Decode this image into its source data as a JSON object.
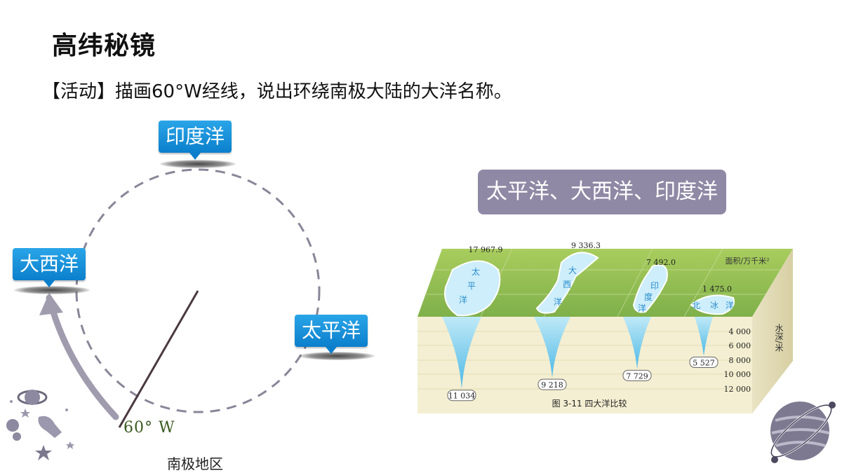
{
  "title": "高纬秘镜",
  "activity": "【活动】描画60°W经线，说出环绕南极大陆的大洋名称。",
  "callouts": {
    "indian": "印度洋",
    "atlantic": "大西洋",
    "pacific": "太平洋"
  },
  "answer": "太平洋、大西洋、印度洋",
  "meridian_label": "60°  W",
  "region_label": "南极地区",
  "figure": {
    "caption": "图 3-11    四大洋比较",
    "area_unit": "面积/万千米²",
    "depth_unit": "水深/米",
    "depth_ticks": [
      "4 000",
      "6 000",
      "8 000",
      "10 000",
      "12 000"
    ],
    "oceans": [
      {
        "name": "太平洋",
        "chars": [
          "太",
          "平",
          "洋"
        ],
        "area": "17 967.9",
        "max_depth": "11 034"
      },
      {
        "name": "大西洋",
        "chars": [
          "大",
          "西",
          "洋"
        ],
        "area": "9 336.3",
        "max_depth": "9 218"
      },
      {
        "name": "印度洋",
        "chars": [
          "印",
          "度",
          "洋"
        ],
        "area": "7 492.0",
        "max_depth": "7 729"
      },
      {
        "name": "北冰洋",
        "chars": [
          "北",
          "冰",
          "洋"
        ],
        "area": "1 475.0",
        "max_depth": "5 527"
      }
    ]
  },
  "colors": {
    "callout": "#1690da",
    "answer_box": "#8f89a5",
    "land": "#8dbb4f",
    "water": "#7fd0ee",
    "circle": "#8a8598"
  }
}
